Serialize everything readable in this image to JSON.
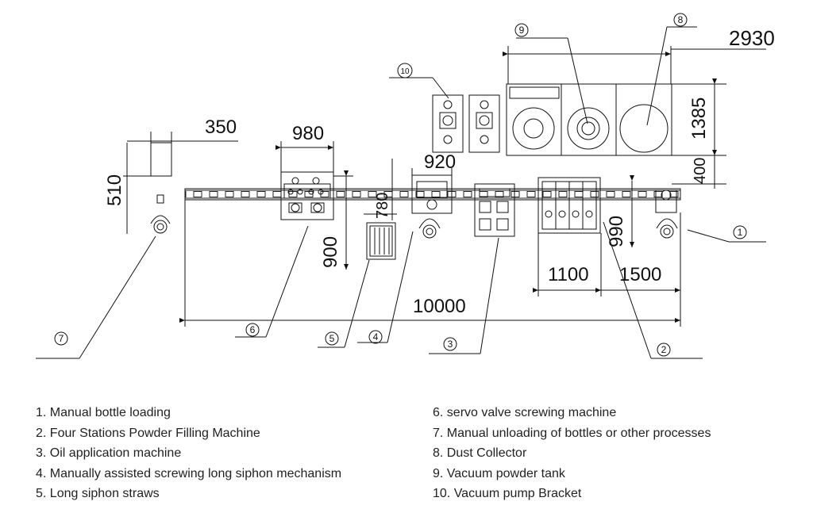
{
  "dimensions": {
    "d2930": "2930",
    "d1385": "1385",
    "d400": "400",
    "d350": "350",
    "d980": "980",
    "d920": "920",
    "d510": "510",
    "d780": "780",
    "d900": "900",
    "d990": "990",
    "d1100": "1100",
    "d1500": "1500",
    "d10000": "10000"
  },
  "callouts": [
    "1",
    "2",
    "3",
    "4",
    "5",
    "6",
    "7",
    "8",
    "9",
    "10"
  ],
  "legend": {
    "left": [
      "1. Manual bottle loading",
      "2. Four Stations Powder Filling Machine",
      "3. Oil application machine",
      "4. Manually assisted screwing long siphon mechanism",
      "5. Long siphon straws"
    ],
    "right": [
      "6. servo valve screwing machine",
      "7. Manual unloading of bottles or other processes",
      "8. Dust Collector",
      "9. Vacuum powder tank",
      "10. Vacuum pump Bracket"
    ]
  }
}
